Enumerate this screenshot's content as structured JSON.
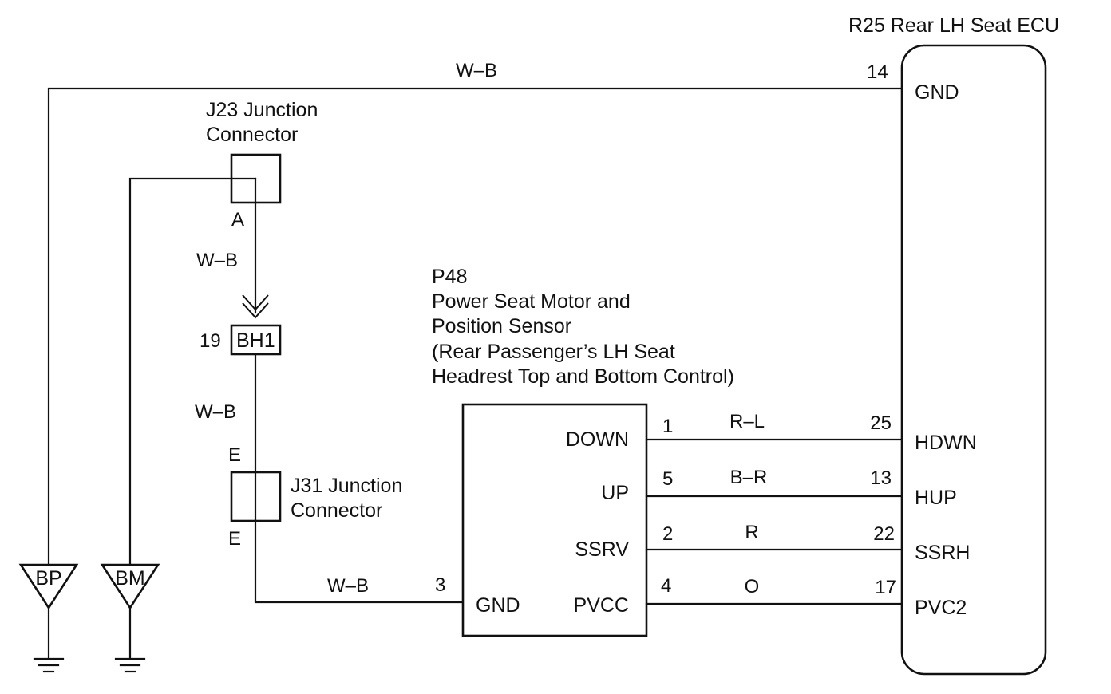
{
  "ecu": {
    "title": "R25 Rear LH Seat ECU",
    "gnd_label": "GND",
    "gnd_pin": "14"
  },
  "ground_wire_color": "W–B",
  "j23": {
    "line1": "J23 Junction",
    "line2": "Connector",
    "terminal": "A"
  },
  "wire_j23_bh1": "W–B",
  "bh1": {
    "label": "BH1",
    "pin": "19"
  },
  "wire_bh1_j31": "W–B",
  "j31": {
    "line1": "J31 Junction",
    "line2": "Connector",
    "terminal_top": "E",
    "terminal_bottom": "E"
  },
  "wire_j31_motor": "W–B",
  "motor": {
    "code": "P48",
    "line1": "Power Seat Motor and",
    "line2": "Position Sensor",
    "line3": "(Rear Passenger’s LH Seat",
    "line4": "Headrest Top and Bottom Control)",
    "gnd_pin": "3",
    "gnd_label": "GND"
  },
  "signals": [
    {
      "motor_label": "DOWN",
      "motor_pin": "1",
      "color": "R–L",
      "ecu_pin": "25",
      "ecu_label": "HDWN"
    },
    {
      "motor_label": "UP",
      "motor_pin": "5",
      "color": "B–R",
      "ecu_pin": "13",
      "ecu_label": "HUP"
    },
    {
      "motor_label": "SSRV",
      "motor_pin": "2",
      "color": "R",
      "ecu_pin": "22",
      "ecu_label": "SSRH"
    },
    {
      "motor_label": "PVCC",
      "motor_pin": "4",
      "color": "O",
      "ecu_pin": "17",
      "ecu_label": "PVC2"
    }
  ],
  "grounds": [
    {
      "label": "BP"
    },
    {
      "label": "BM"
    }
  ]
}
